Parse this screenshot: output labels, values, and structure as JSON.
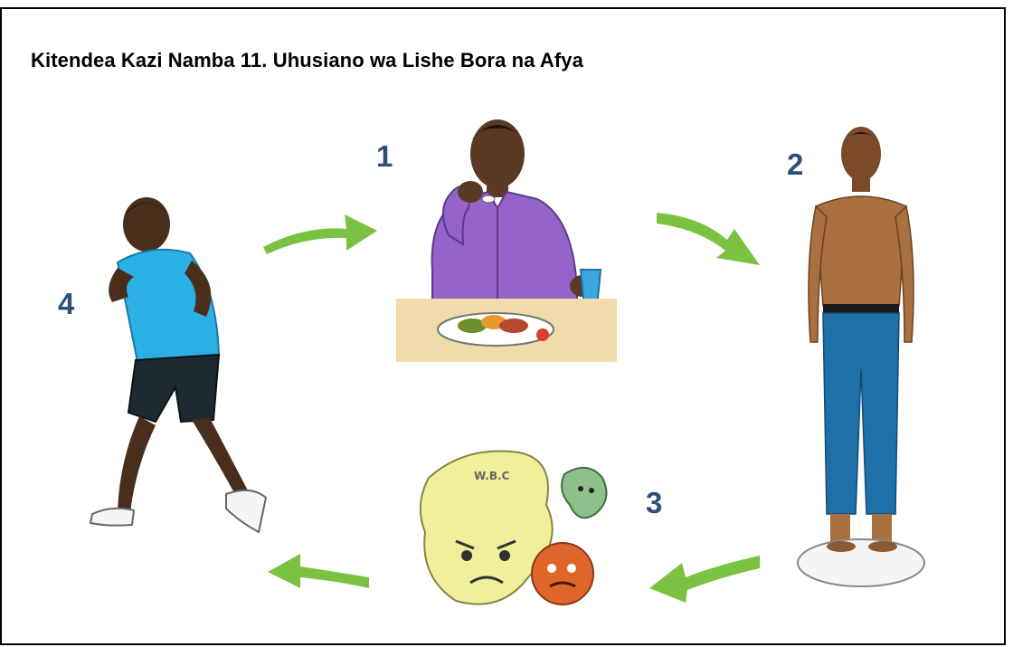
{
  "title": "Kitendea Kazi Namba 11. Uhusiano wa Lishe Bora na Afya",
  "steps": [
    {
      "number": "1",
      "icon": "man-eating-meal-icon"
    },
    {
      "number": "2",
      "icon": "man-on-scale-icon"
    },
    {
      "number": "3",
      "icon": "germs-illness-icon"
    },
    {
      "number": "4",
      "icon": "man-running-icon"
    }
  ],
  "germ_label": "W.B.C",
  "colors": {
    "arrow": "#7cc242",
    "number": "#2e4f7a",
    "shirt_purple": "#9563c9",
    "shirt_blue": "#2bb0e6",
    "jeans": "#1f6fa8",
    "germ_yellow": "#f1ee9c",
    "germ_orange": "#e0652a",
    "germ_green": "#8fbf8a"
  }
}
